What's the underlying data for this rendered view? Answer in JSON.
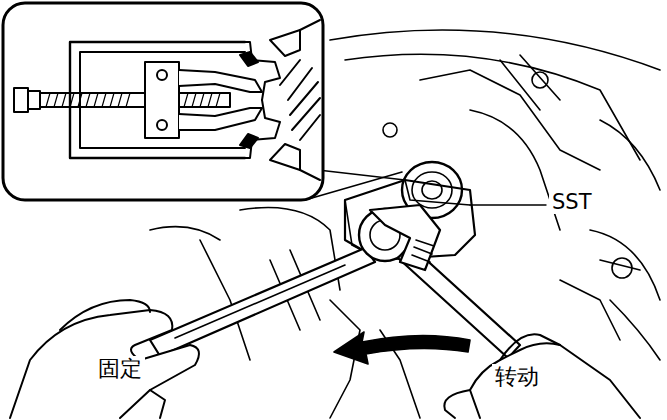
{
  "diagram": {
    "labels": [
      "SST",
      "固定",
      "转动"
    ]
  }
}
